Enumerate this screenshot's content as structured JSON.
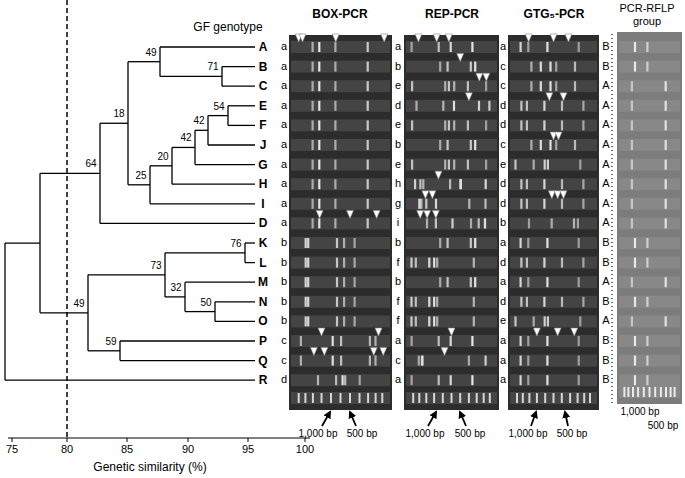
{
  "diagram": {
    "labels": [
      "GF genotype",
      "BOX-PCR",
      "REP-PCR",
      "GTG₅-PCR",
      "PCR-RFLP group",
      "A",
      "B",
      "C",
      "E",
      "F",
      "J",
      "G",
      "H",
      "I",
      "D",
      "K",
      "L",
      "M",
      "N",
      "O",
      "P",
      "Q",
      "R",
      "a",
      "a",
      "a",
      "a",
      "a",
      "a",
      "a",
      "a",
      "a",
      "a",
      "b",
      "b",
      "b",
      "b",
      "b",
      "c",
      "c",
      "d",
      "a",
      "b",
      "e",
      "d",
      "e",
      "b",
      "e",
      "h",
      "g",
      "i",
      "b",
      "f",
      "b",
      "f",
      "f",
      "a",
      "c",
      "a",
      "a",
      "c",
      "c",
      "d",
      "d",
      "c",
      "e",
      "d",
      "d",
      "b",
      "a",
      "d",
      "a",
      "d",
      "e",
      "a",
      "a",
      "a",
      "B",
      "B",
      "A",
      "A",
      "A",
      "A",
      "A",
      "A",
      "A",
      "A",
      "B",
      "B",
      "A",
      "B",
      "A",
      "B",
      "B",
      "B",
      "49",
      "71",
      "54",
      "42",
      "42",
      "20",
      "18",
      "64",
      "25",
      "76",
      "73",
      "32",
      "50",
      "49",
      "59",
      "75",
      "80",
      "85",
      "90",
      "95",
      "100",
      "Genetic similarity (%)",
      "1,000 bp",
      "500 bp",
      "1,000 bp",
      "500 bp",
      "1,000 bp",
      "500 bp",
      "1,000 bp",
      "500 bp"
    ]
  }
}
